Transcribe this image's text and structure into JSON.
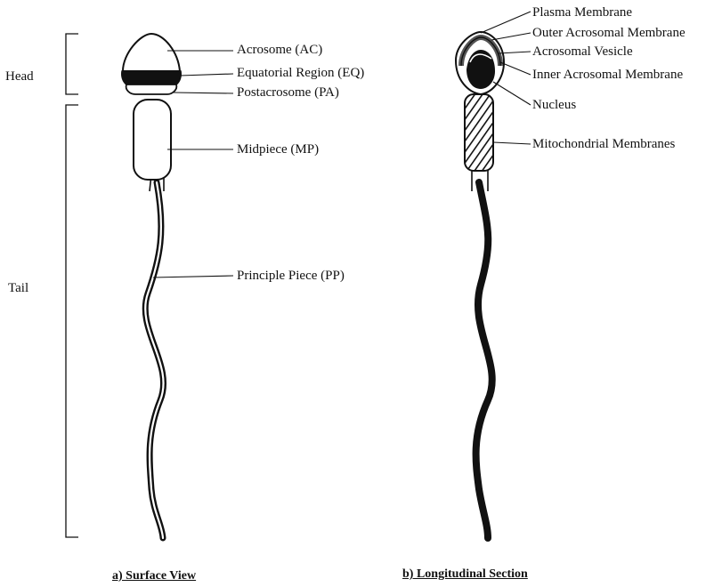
{
  "regions": {
    "head": "Head",
    "tail": "Tail"
  },
  "surface_view": {
    "caption": "a) Surface View",
    "labels": {
      "acrosome": "Acrosome  (AC)",
      "equatorial": "Equatorial Region (EQ)",
      "postacrosome": "Postacrosome (PA)",
      "midpiece": "Midpiece (MP)",
      "principle": "Principle Piece (PP)"
    }
  },
  "longitudinal_section": {
    "caption": "b) Longitudinal Section",
    "labels": {
      "plasma": "Plasma Membrane",
      "outer": "Outer Acrosomal Membrane",
      "vesicle": "Acrosomal Vesicle",
      "inner": "Inner Acrosomal Membrane",
      "nucleus": "Nucleus",
      "mito": "Mitochondrial Membranes"
    }
  }
}
